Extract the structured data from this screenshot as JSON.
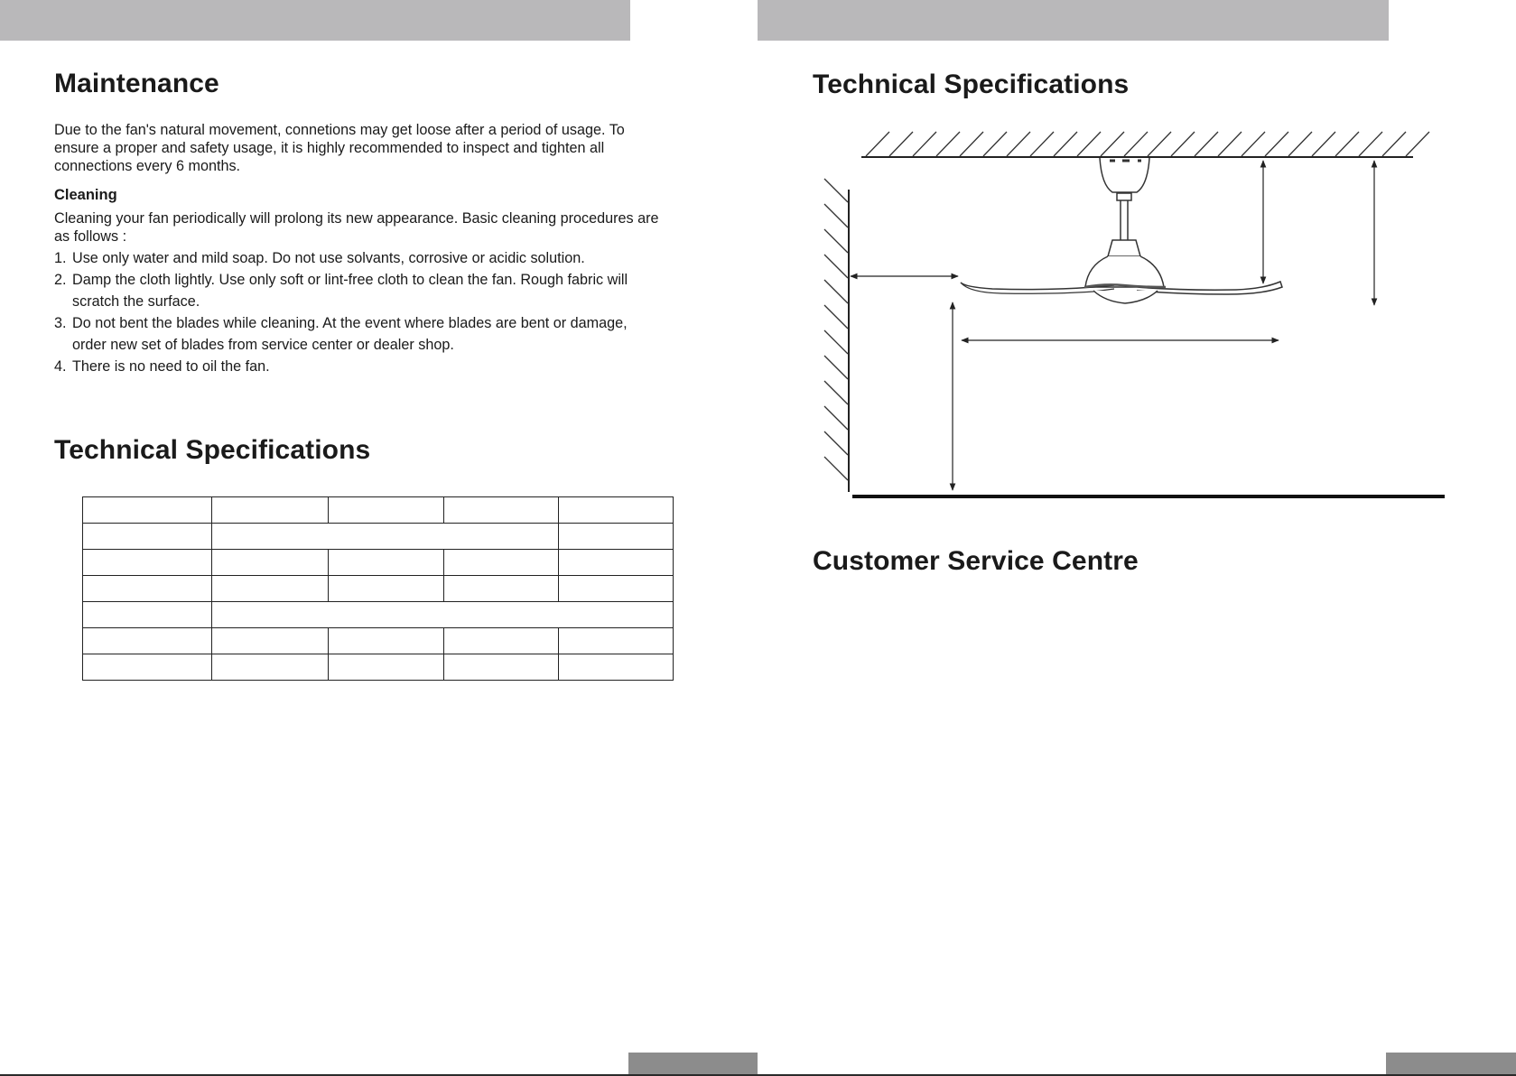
{
  "left_page": {
    "maintenance": {
      "heading": "Maintenance",
      "intro_lines": [
        "Due to the fan's natural movement, connetions may get loose after a period of usage. To",
        "ensure a proper and safety usage, it is highly recommended to inspect and tighten all",
        "connections every 6 months."
      ],
      "cleaning": {
        "heading": "Cleaning",
        "intro_lines": [
          "Cleaning your fan periodically will prolong its new appearance. Basic cleaning procedures are",
          "as follows :"
        ],
        "steps": [
          {
            "num": "1.",
            "lines": [
              "Use only water and mild soap. Do not use solvants, corrosive or acidic solution."
            ]
          },
          {
            "num": "2.",
            "lines": [
              "Damp the cloth lightly. Use only soft or lint-free cloth to clean the fan. Rough fabric will",
              "scratch the surface."
            ]
          },
          {
            "num": "3.",
            "lines": [
              "Do not bent the blades while cleaning. At the event where blades are bent or damage,",
              "order new set of blades from service center or dealer shop."
            ]
          },
          {
            "num": "4.",
            "lines": [
              "There is no need to oil the fan."
            ]
          }
        ]
      }
    },
    "tech_specs": {
      "heading": "Technical Specifications",
      "table_rows": [
        {
          "cells": [
            {
              "text": "",
              "span": 1
            },
            {
              "text": "",
              "span": 1
            },
            {
              "text": "",
              "span": 1
            },
            {
              "text": "",
              "span": 1
            },
            {
              "text": "",
              "span": 1
            }
          ]
        },
        {
          "cells": [
            {
              "text": "",
              "span": 1
            },
            {
              "text": "",
              "span": 3
            },
            {
              "text": "",
              "span": 1
            }
          ]
        },
        {
          "cells": [
            {
              "text": "",
              "span": 1
            },
            {
              "text": "",
              "span": 1
            },
            {
              "text": "",
              "span": 1
            },
            {
              "text": "",
              "span": 1
            },
            {
              "text": "",
              "span": 1
            }
          ]
        },
        {
          "cells": [
            {
              "text": "",
              "span": 1
            },
            {
              "text": "",
              "span": 1
            },
            {
              "text": "",
              "span": 1
            },
            {
              "text": "",
              "span": 1
            },
            {
              "text": "",
              "span": 1
            }
          ]
        },
        {
          "cells": [
            {
              "text": "",
              "span": 1
            },
            {
              "text": "",
              "span": 4
            }
          ]
        },
        {
          "cells": [
            {
              "text": "",
              "span": 1
            },
            {
              "text": "",
              "span": 1
            },
            {
              "text": "",
              "span": 1
            },
            {
              "text": "",
              "span": 1
            },
            {
              "text": "",
              "span": 1
            }
          ]
        },
        {
          "cells": [
            {
              "text": "",
              "span": 1
            },
            {
              "text": "",
              "span": 1
            },
            {
              "text": "",
              "span": 1
            },
            {
              "text": "",
              "span": 1
            },
            {
              "text": "",
              "span": 1
            }
          ]
        }
      ]
    }
  },
  "right_page": {
    "tech_specs_heading": "Technical Specifications",
    "customer_service_heading": "Customer Service Centre"
  },
  "colors": {
    "header_bar": "#b9b8ba",
    "footer_tab": "#8c8c8c",
    "text": "#1a1a1a"
  }
}
